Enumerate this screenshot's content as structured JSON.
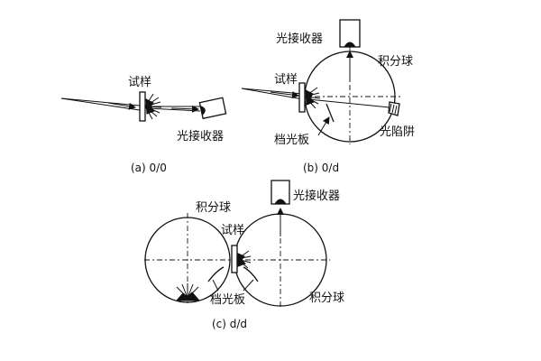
{
  "panels": {
    "a": {
      "caption": "(a) 0/0",
      "sample_label": "试样",
      "receiver_label": "光接收器"
    },
    "b": {
      "caption": "(b) 0/d",
      "receiver_label": "光接收器",
      "sphere_label": "积分球",
      "sample_label": "试样",
      "light_trap_label": "光陷阱",
      "baffle_label": "档光板"
    },
    "c": {
      "caption": "(c) d/d",
      "receiver_label": "光接收器",
      "sphere_left_label": "积分球",
      "sample_label": "试样",
      "baffle_label": "档光板",
      "sphere_right_label": "积分球"
    }
  },
  "colors": {
    "ink": "#111111",
    "paper": "#ffffff"
  }
}
